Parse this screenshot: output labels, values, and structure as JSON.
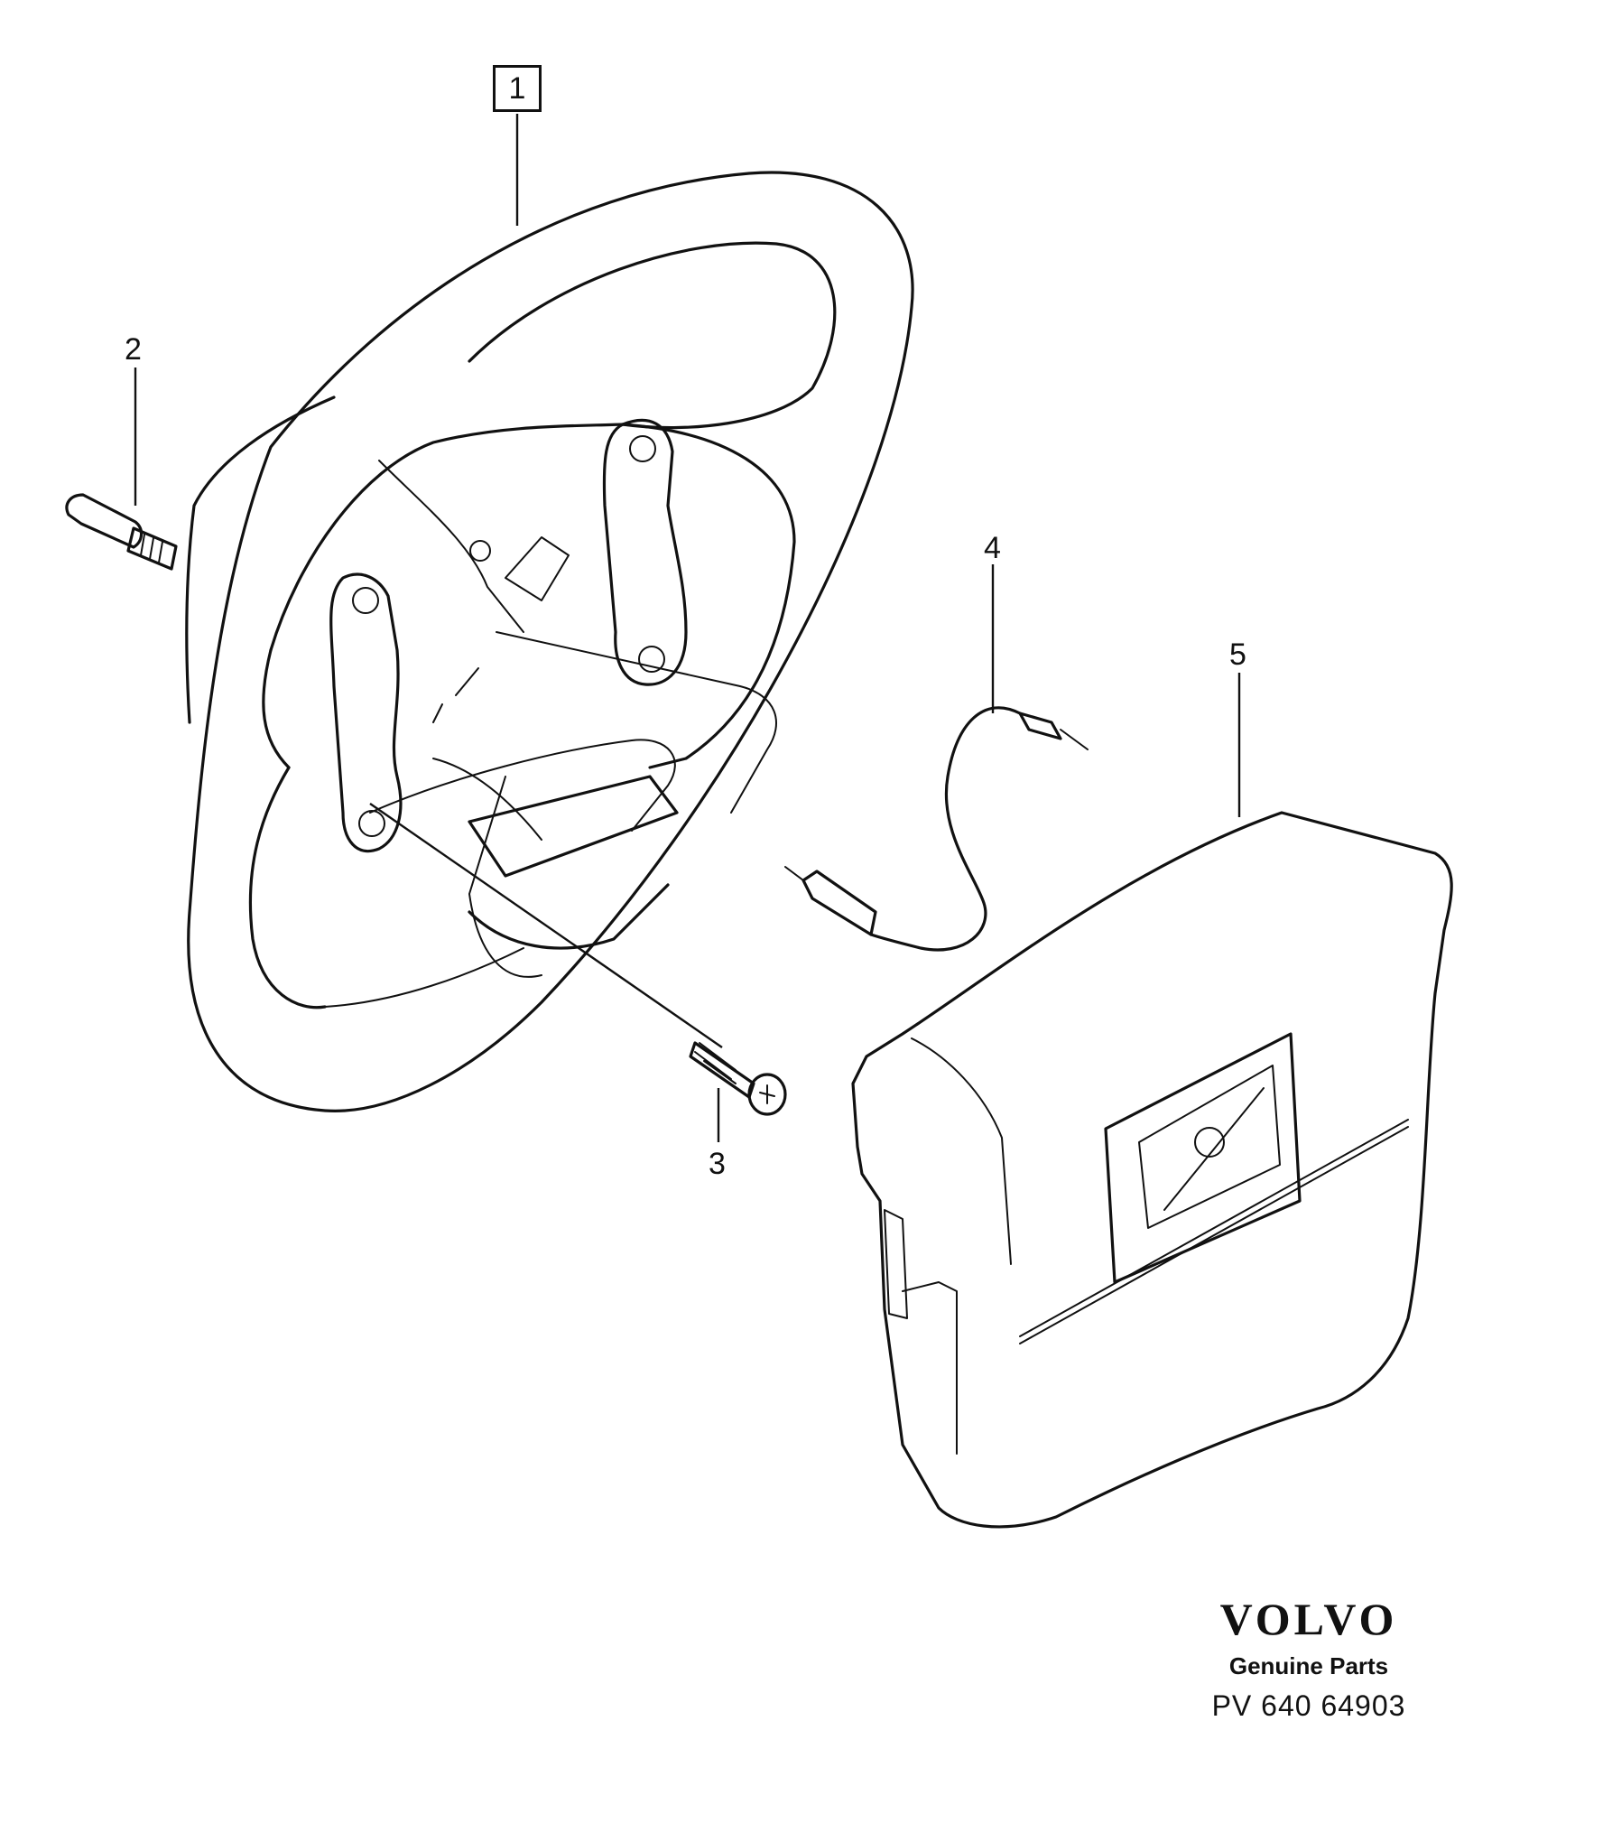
{
  "callouts": {
    "steering_wheel": "1",
    "stud": "2",
    "screw": "3",
    "cable": "4",
    "airbag_module": "5"
  },
  "brand": {
    "logo": "VOLVO",
    "subtitle": "Genuine Parts",
    "document_code": "PV 640  64903"
  }
}
